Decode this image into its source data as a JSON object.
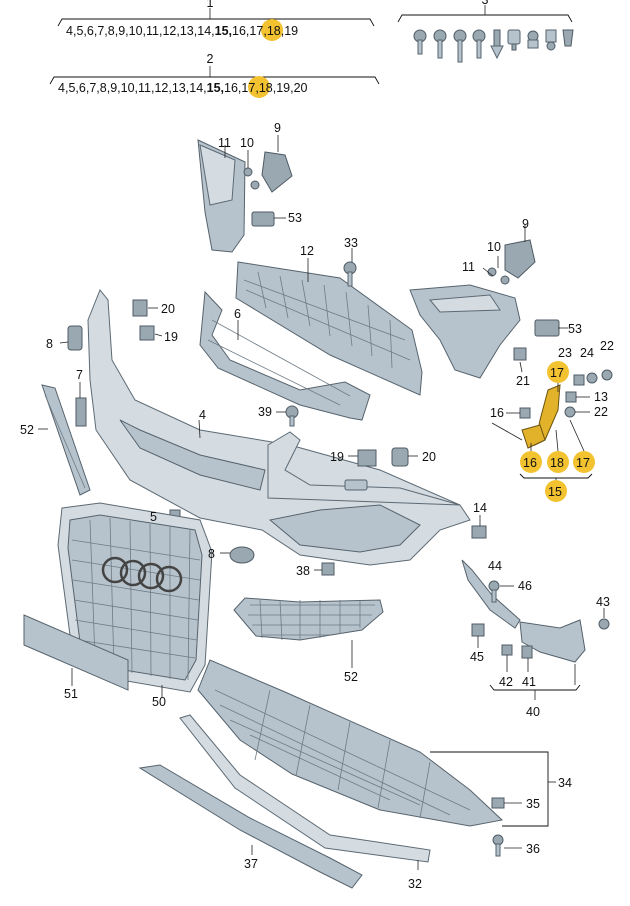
{
  "highlight_color": "#f2c230",
  "part_color": "#b7c3cc",
  "sets": {
    "set1": {
      "number": "1",
      "members": [
        "4",
        "5",
        "6",
        "7",
        "8",
        "9",
        "10",
        "11",
        "12",
        "13",
        "14",
        "15",
        "16",
        "17",
        "18",
        "19"
      ],
      "highlighted": "15"
    },
    "set2": {
      "number": "2",
      "members": [
        "4",
        "5",
        "6",
        "7",
        "8",
        "9",
        "10",
        "11",
        "12",
        "13",
        "14",
        "15",
        "16",
        "17",
        "18",
        "19",
        "20"
      ],
      "highlighted": "15"
    },
    "set3": {
      "number": "3"
    }
  },
  "labels": {
    "l4": "4",
    "l5": "5",
    "l6": "6",
    "l7": "7",
    "l8a": "8",
    "l8b": "8",
    "l9a": "9",
    "l9b": "9",
    "l10a": "10",
    "l10b": "10",
    "l11a": "11",
    "l11b": "11",
    "l12": "12",
    "l13": "13",
    "l14": "14",
    "l15": "15",
    "l16a": "16",
    "l16b": "16",
    "l17a": "17",
    "l17b": "17",
    "l18": "18",
    "l19a": "19",
    "l19b": "19",
    "l20a": "20",
    "l20b": "20",
    "l21": "21",
    "l22a": "22",
    "l22b": "22",
    "l23": "23",
    "l24": "24",
    "l32": "32",
    "l33": "33",
    "l34": "34",
    "l35": "35",
    "l36": "36",
    "l37": "37",
    "l38": "38",
    "l39": "39",
    "l40": "40",
    "l41": "41",
    "l42": "42",
    "l43": "43",
    "l44": "44",
    "l45": "45",
    "l46": "46",
    "l50": "50",
    "l51": "51",
    "l52a": "52",
    "l52b": "52",
    "l53a": "53",
    "l53b": "53"
  }
}
